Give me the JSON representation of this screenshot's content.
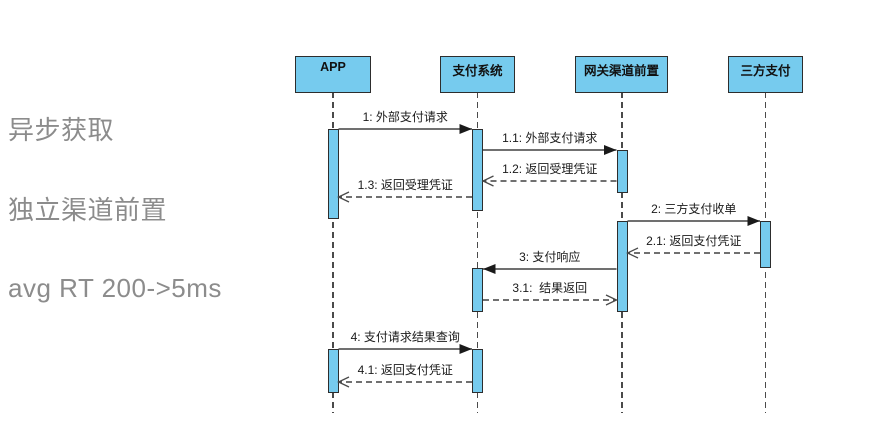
{
  "annotations": {
    "line1": "异步获取",
    "line2": "独立渠道前置",
    "line3": "avg RT 200->5ms"
  },
  "colors": {
    "actor_fill": "#76cbee",
    "border": "#2d2d2d",
    "line": "#404040",
    "label_text": "#1a1a1a",
    "annotation_text": "#8c8c8c"
  },
  "diagram": {
    "actors": [
      {
        "name": "APP"
      },
      {
        "name": "支付系统"
      },
      {
        "name": "网关渠道前置"
      },
      {
        "name": "三方支付"
      }
    ],
    "messages": [
      {
        "label": "1: 外部支付请求",
        "from": "APP",
        "to": "支付系统",
        "kind": "solid"
      },
      {
        "label": "1.1: 外部支付请求",
        "from": "支付系统",
        "to": "网关渠道前置",
        "kind": "solid"
      },
      {
        "label": "1.2: 返回受理凭证",
        "from": "网关渠道前置",
        "to": "支付系统",
        "kind": "return"
      },
      {
        "label": "1.3: 返回受理凭证",
        "from": "支付系统",
        "to": "APP",
        "kind": "return"
      },
      {
        "label": "2: 三方支付收单",
        "from": "网关渠道前置",
        "to": "三方支付",
        "kind": "solid"
      },
      {
        "label": "2.1: 返回支付凭证",
        "from": "三方支付",
        "to": "网关渠道前置",
        "kind": "return"
      },
      {
        "label": "3: 支付响应",
        "from": "网关渠道前置",
        "to": "支付系统",
        "kind": "solid"
      },
      {
        "label": "3.1:  结果返回",
        "from": "支付系统",
        "to": "网关渠道前置",
        "kind": "return"
      },
      {
        "label": "4: 支付请求结果查询",
        "from": "APP",
        "to": "支付系统",
        "kind": "solid"
      },
      {
        "label": "4.1: 返回支付凭证",
        "from": "支付系统",
        "to": "APP",
        "kind": "return"
      }
    ]
  }
}
